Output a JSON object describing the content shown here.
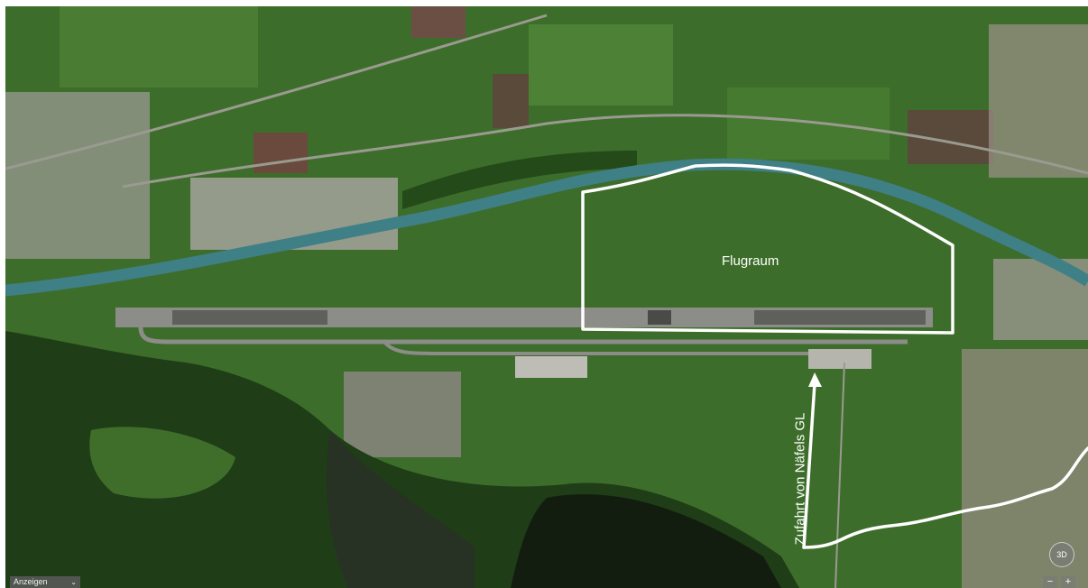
{
  "map": {
    "area_label": "Flugraum",
    "route_label": "Zufahrt von Näfels GL",
    "layer_select": "Anzeigen",
    "btn_3d": "3D",
    "zoom_out": "−",
    "zoom_in": "+"
  },
  "colors": {
    "field_green": "#3d6d2a",
    "river": "#3f7f86",
    "runway": "#8c8c88",
    "overlay": "#ffffff"
  },
  "icons": {
    "layer_select_chevron": "chevron-down-icon",
    "route_arrow": "arrow-up-icon"
  }
}
